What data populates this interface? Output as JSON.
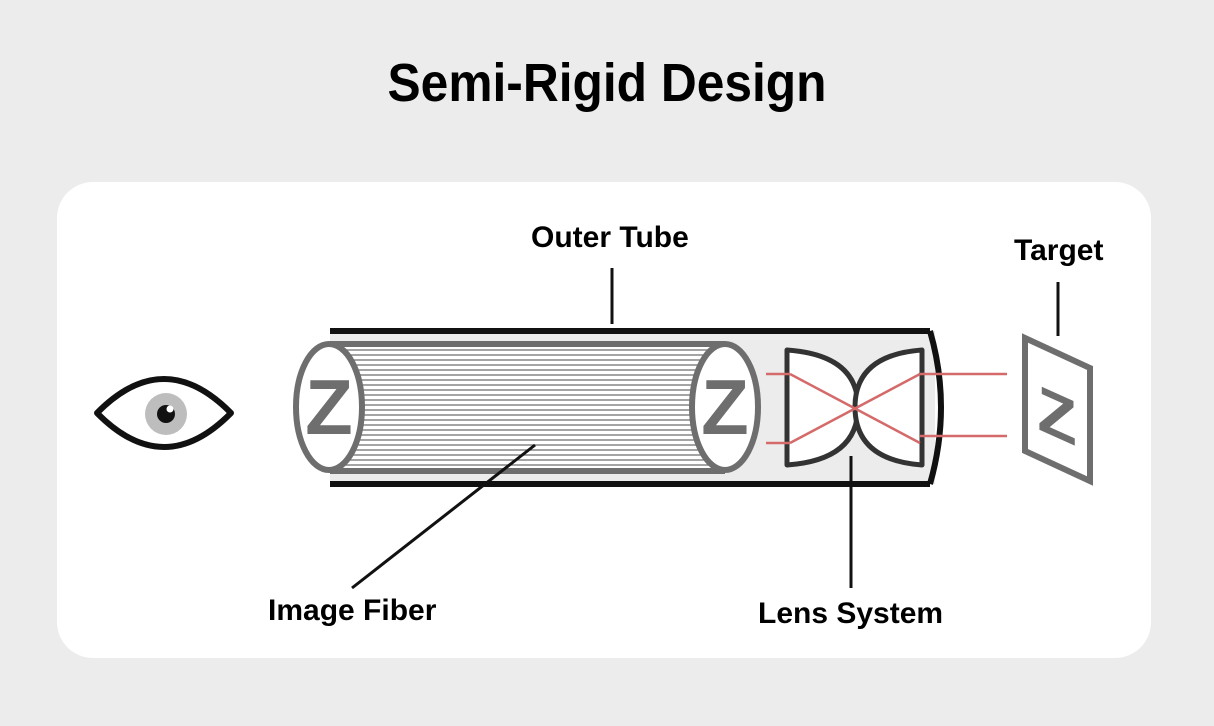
{
  "title": "Semi-Rigid Design",
  "labels": {
    "outer_tube": "Outer Tube",
    "target": "Target",
    "image_fiber": "Image Fiber",
    "lens_system": "Lens System"
  },
  "glyphs": {
    "image_letter": "Z"
  },
  "colors": {
    "background": "#ececec",
    "panel": "#ffffff",
    "outline": "#111111",
    "fiber_gray": "#6e6e6e",
    "light_ray": "#d46a6a",
    "eye_iris": "#bdbdbd"
  }
}
